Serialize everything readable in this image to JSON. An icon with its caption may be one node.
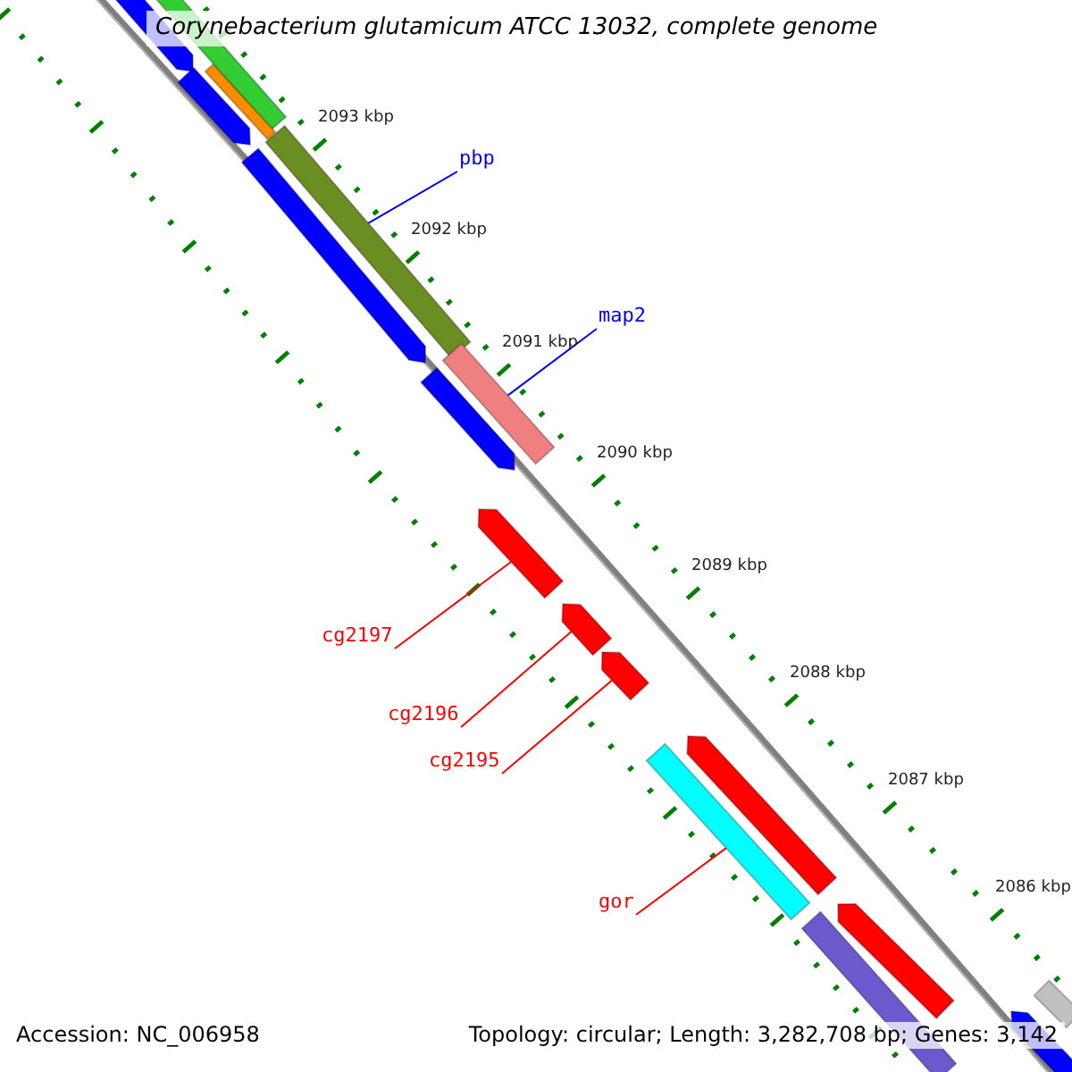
{
  "diagram": {
    "title": "Corynebacterium glutamicum ATCC 13032, complete genome",
    "nodes": [
      {
        "text": [
          "pbp"
        ]
      },
      {
        "text": [],
        "shape": "bar"
      },
      {
        "text": [
          "map2"
        ]
      },
      {
        "text": [],
        "shape": "bar"
      },
      {
        "text": [
          "cg2197"
        ]
      },
      {
        "text": [],
        "shape": "bar"
      },
      {
        "text": [
          "cg2196"
        ]
      },
      {
        "text": [],
        "shape": "bar"
      },
      {
        "text": [
          "cg2195"
        ]
      },
      {
        "text": [],
        "shape": "bar"
      },
      {
        "text": [
          "gor"
        ]
      },
      {
        "text": [],
        "shape": "bar"
      },
      {
        "text": [],
        "shape": "bar"
      },
      {
        "text": [],
        "shape": "bar"
      },
      {
        "text": [],
        "shape": "bar"
      },
      {
        "text": [],
        "shape": "bar"
      },
      {
        "text": [],
        "shape": "bar"
      },
      {
        "text": [],
        "shape": "bar"
      },
      {
        "text": [],
        "shape": "bar"
      },
      {
        "text": [],
        "shape": "bar"
      },
      {
        "text": [],
        "shape": "bar"
      },
      {
        "text": [],
        "shape": "bar"
      },
      {
        "text": [],
        "shape": "bar"
      }
    ],
    "edges": [
      {
        "from": 0,
        "to": 1,
        "arrow": "none",
        "color": "#0000ff"
      },
      {
        "from": 2,
        "to": 3,
        "arrow": "none",
        "color": "#0000ff"
      },
      {
        "from": 4,
        "to": 5,
        "arrow": "none"
      },
      {
        "from": 6,
        "to": 7,
        "arrow": "none"
      },
      {
        "from": 8,
        "to": 9,
        "arrow": "none"
      },
      {
        "from": 10,
        "to": 11,
        "arrow": "none"
      }
    ],
    "labels": [
      "2093 kbp",
      "2092 kbp",
      "2091 kbp",
      "2090 kbp",
      "2089 kbp",
      "2088 kbp",
      "2087 kbp",
      "2086 kbp",
      "Accession: NC_006958",
      "Topology: circular; Length: 3,282,708 bp; Genes: 3,142"
    ]
  }
}
